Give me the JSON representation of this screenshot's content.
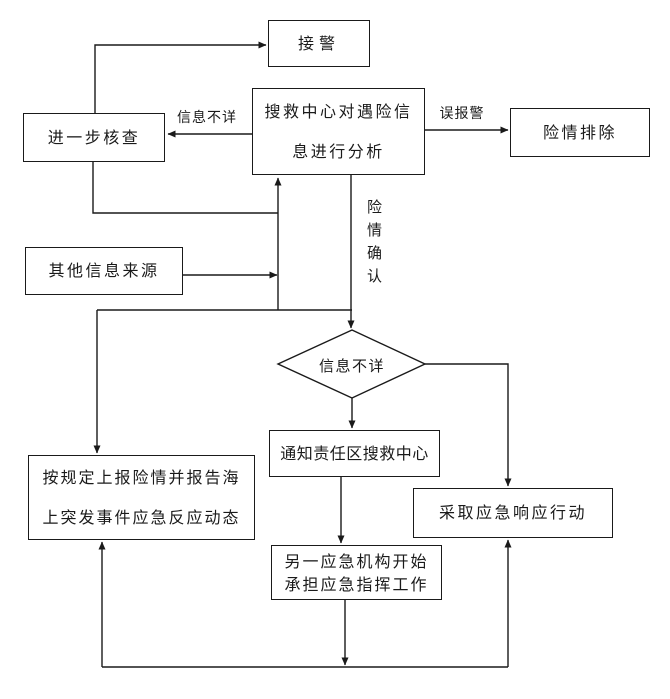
{
  "diagram": {
    "colors": {
      "line": "#1a1a1a",
      "box_background": "#ffffff",
      "page_background": "#ffffff",
      "text": "#1a1a1a"
    },
    "nodes": {
      "jiejing": {
        "label": "接警"
      },
      "soujiu": {
        "label": "搜救中心对遇险信息进行分析",
        "lines": [
          "搜救中心对遇险信",
          "息进行分析"
        ]
      },
      "paichu": {
        "label": "险情排除"
      },
      "hecha": {
        "label": "进一步核查"
      },
      "qita": {
        "label": "其他信息来源"
      },
      "decision": {
        "label": "信息不详"
      },
      "tongzhi": {
        "label": "通知责任区搜救中心"
      },
      "shangbao": {
        "label": "按规定上报险情并报告海上突发事件应急反应动态",
        "lines": [
          "按规定上报险情并报告海",
          "上突发事件应急反应动态"
        ]
      },
      "caiqu": {
        "label": "采取应急响应行动"
      },
      "lingyi": {
        "label": "另一应急机构开始承担应急指挥工作",
        "lines": [
          "另一应急机构开始",
          "承担应急指挥工作"
        ]
      }
    },
    "edge_labels": {
      "info_unclear": "信息不详",
      "false_alarm": "误报警",
      "danger_confirmed": "险情确认"
    }
  }
}
